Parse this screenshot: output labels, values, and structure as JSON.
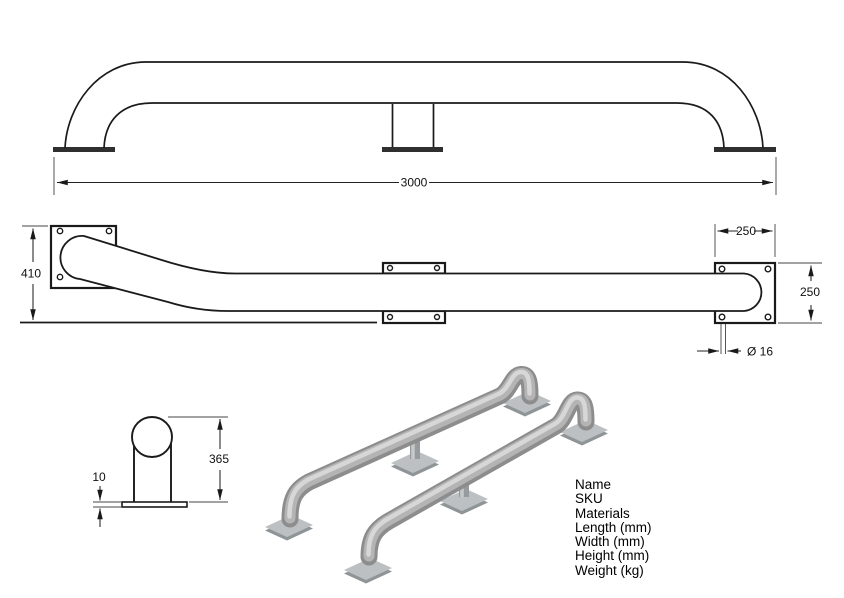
{
  "dimensions": {
    "overall_length": "3000",
    "end_height": "410",
    "end_plate_width": "250",
    "end_plate_height": "250",
    "bolt_hole_diameter": "Ø 16",
    "rail_height": "365",
    "plate_thickness": "10"
  },
  "spec_labels": [
    "Name",
    "SKU",
    "Materials",
    "Length (mm)",
    "Width (mm)",
    "Height (mm)",
    "Weight (kg)"
  ],
  "colors": {
    "line": "#1a1a1a",
    "elevation_plate_fill": "#2f2f2f",
    "render_tube_base": "#8d8d8d",
    "render_tube_mid": "#b4b4b4",
    "render_tube_highlight": "#d7d7d7",
    "render_plate_face": "#bcc0c2",
    "render_plate_edge": "#8f9496"
  }
}
